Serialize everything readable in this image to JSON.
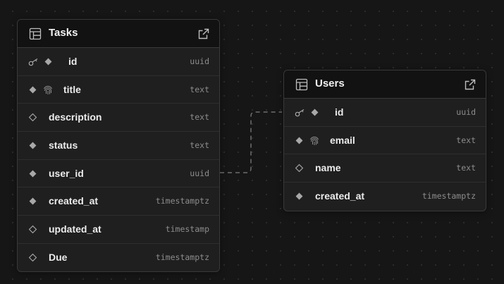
{
  "tables": [
    {
      "name": "Tasks",
      "columns": [
        {
          "name": "id",
          "type": "uuid",
          "primary_key": true,
          "nullable": false,
          "unique": false
        },
        {
          "name": "title",
          "type": "text",
          "primary_key": false,
          "nullable": false,
          "unique": true
        },
        {
          "name": "description",
          "type": "text",
          "primary_key": false,
          "nullable": true,
          "unique": false
        },
        {
          "name": "status",
          "type": "text",
          "primary_key": false,
          "nullable": false,
          "unique": false
        },
        {
          "name": "user_id",
          "type": "uuid",
          "primary_key": false,
          "nullable": false,
          "unique": false
        },
        {
          "name": "created_at",
          "type": "timestamptz",
          "primary_key": false,
          "nullable": false,
          "unique": false
        },
        {
          "name": "updated_at",
          "type": "timestamp",
          "primary_key": false,
          "nullable": true,
          "unique": false
        },
        {
          "name": "Due",
          "type": "timestamptz",
          "primary_key": false,
          "nullable": true,
          "unique": false
        }
      ]
    },
    {
      "name": "Users",
      "columns": [
        {
          "name": "id",
          "type": "uuid",
          "primary_key": true,
          "nullable": false,
          "unique": false
        },
        {
          "name": "email",
          "type": "text",
          "primary_key": false,
          "nullable": false,
          "unique": true
        },
        {
          "name": "name",
          "type": "text",
          "primary_key": false,
          "nullable": true,
          "unique": false
        },
        {
          "name": "created_at",
          "type": "timestamptz",
          "primary_key": false,
          "nullable": false,
          "unique": false
        }
      ]
    }
  ],
  "relation": {
    "from": "Tasks.user_id",
    "to": "Users.id",
    "style": "dashed"
  },
  "icons": {
    "table": "table-icon",
    "open": "external-link-icon",
    "primary_key": "key-icon",
    "not_null": "filled-diamond-icon",
    "nullable": "hollow-diamond-icon",
    "unique": "fingerprint-icon"
  },
  "colors": {
    "background": "#161616",
    "card": "#1f1f1f",
    "header": "#121212",
    "border": "#393939",
    "text": "#ececec",
    "muted": "#8c8c8c",
    "icon": "#a8a8a8"
  }
}
